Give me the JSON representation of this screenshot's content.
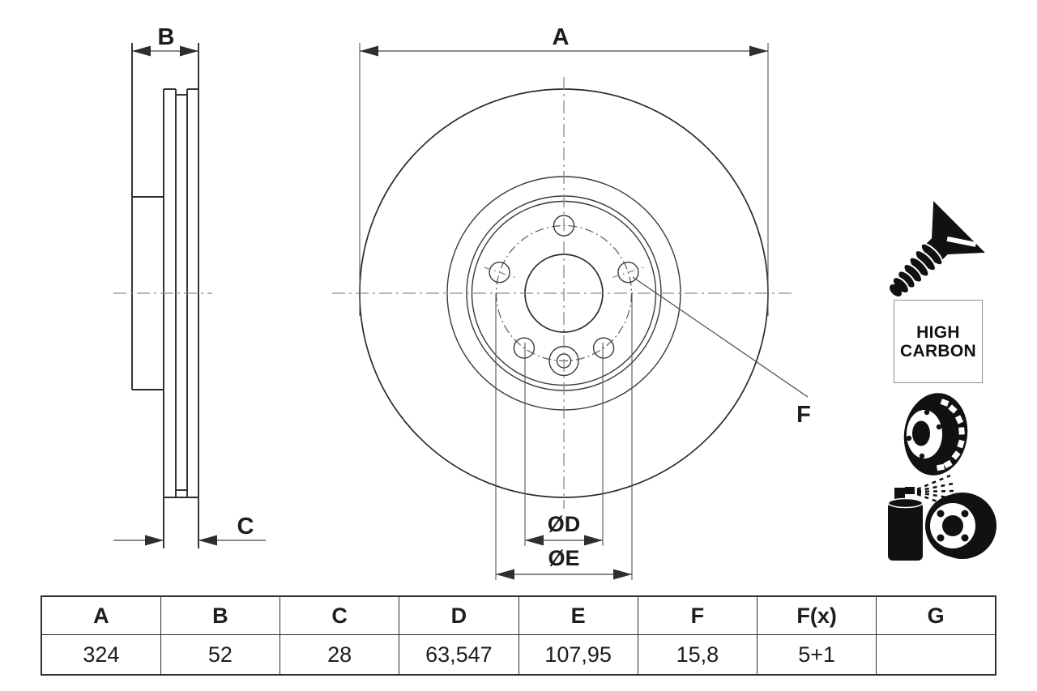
{
  "drawing": {
    "dim_labels": {
      "a": "A",
      "b": "B",
      "c": "C",
      "diameter_d": "ØD",
      "diameter_e": "ØE",
      "f": "F"
    }
  },
  "badge": {
    "high_carbon_line1": "HIGH",
    "high_carbon_line2": "CARBON"
  },
  "spec_table": {
    "headers": [
      "A",
      "B",
      "C",
      "D",
      "E",
      "F",
      "F(x)",
      "G"
    ],
    "values": [
      "324",
      "52",
      "28",
      "63,547",
      "107,95",
      "15,8",
      "5+1",
      ""
    ]
  },
  "icons": {
    "screw": "countersunk-screw-icon",
    "vented_disc": "vented-brake-disc-icon",
    "spray": "spray-coated-disc-icon"
  },
  "colors": {
    "line": "#2b2b2b",
    "centerline": "#8a8a8a",
    "icon_fill": "#111111",
    "background": "#ffffff"
  }
}
